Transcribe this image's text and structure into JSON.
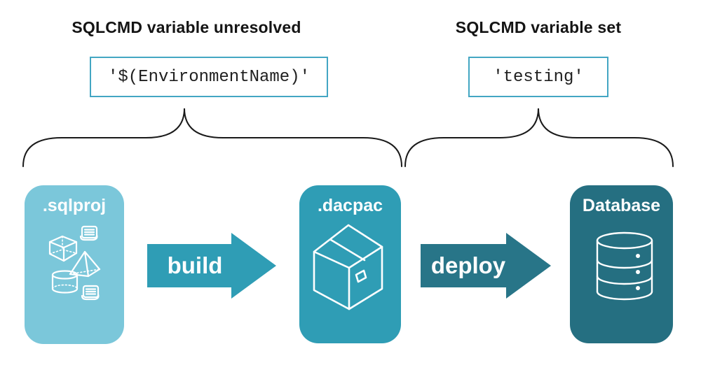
{
  "diagram": {
    "annotations": [
      {
        "title": "SQLCMD variable unresolved",
        "code": "'$(EnvironmentName)'"
      },
      {
        "title": "SQLCMD variable set",
        "code": "'testing'"
      }
    ],
    "stages": [
      {
        "label": ".sqlproj",
        "icon": "sql-project-objects-icon",
        "color": "#7bc7da"
      },
      {
        "label": ".dacpac",
        "icon": "package-box-icon",
        "color": "#2f9db5"
      },
      {
        "label": "Database",
        "icon": "database-cylinder-icon",
        "color": "#256f81"
      }
    ],
    "arrows": [
      {
        "label": "build",
        "color": "#2f9db5"
      },
      {
        "label": "deploy",
        "color": "#287588"
      }
    ],
    "colors": {
      "background": "#ffffff",
      "code_box_border": "#43a6c3",
      "heading_text": "#141414",
      "code_text": "#1f1f1f",
      "brace_stroke": "#1a1a1a",
      "icon_stroke": "#ffffff"
    }
  }
}
